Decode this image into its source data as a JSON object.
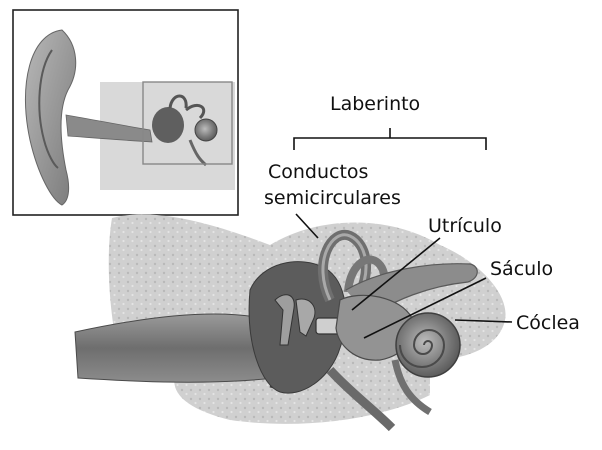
{
  "labels": {
    "laberinto": "Laberinto",
    "conductos_line1": "Conductos",
    "conductos_line2": "semicirculares",
    "utriculo": "Utrículo",
    "saculo": "Sáculo",
    "coclea": "Cóclea"
  },
  "colors": {
    "background": "#ffffff",
    "bone": "#d0d0d0",
    "tissue": "#8a8a8a",
    "dark_tissue": "#5c5c5c",
    "line": "#111111"
  }
}
